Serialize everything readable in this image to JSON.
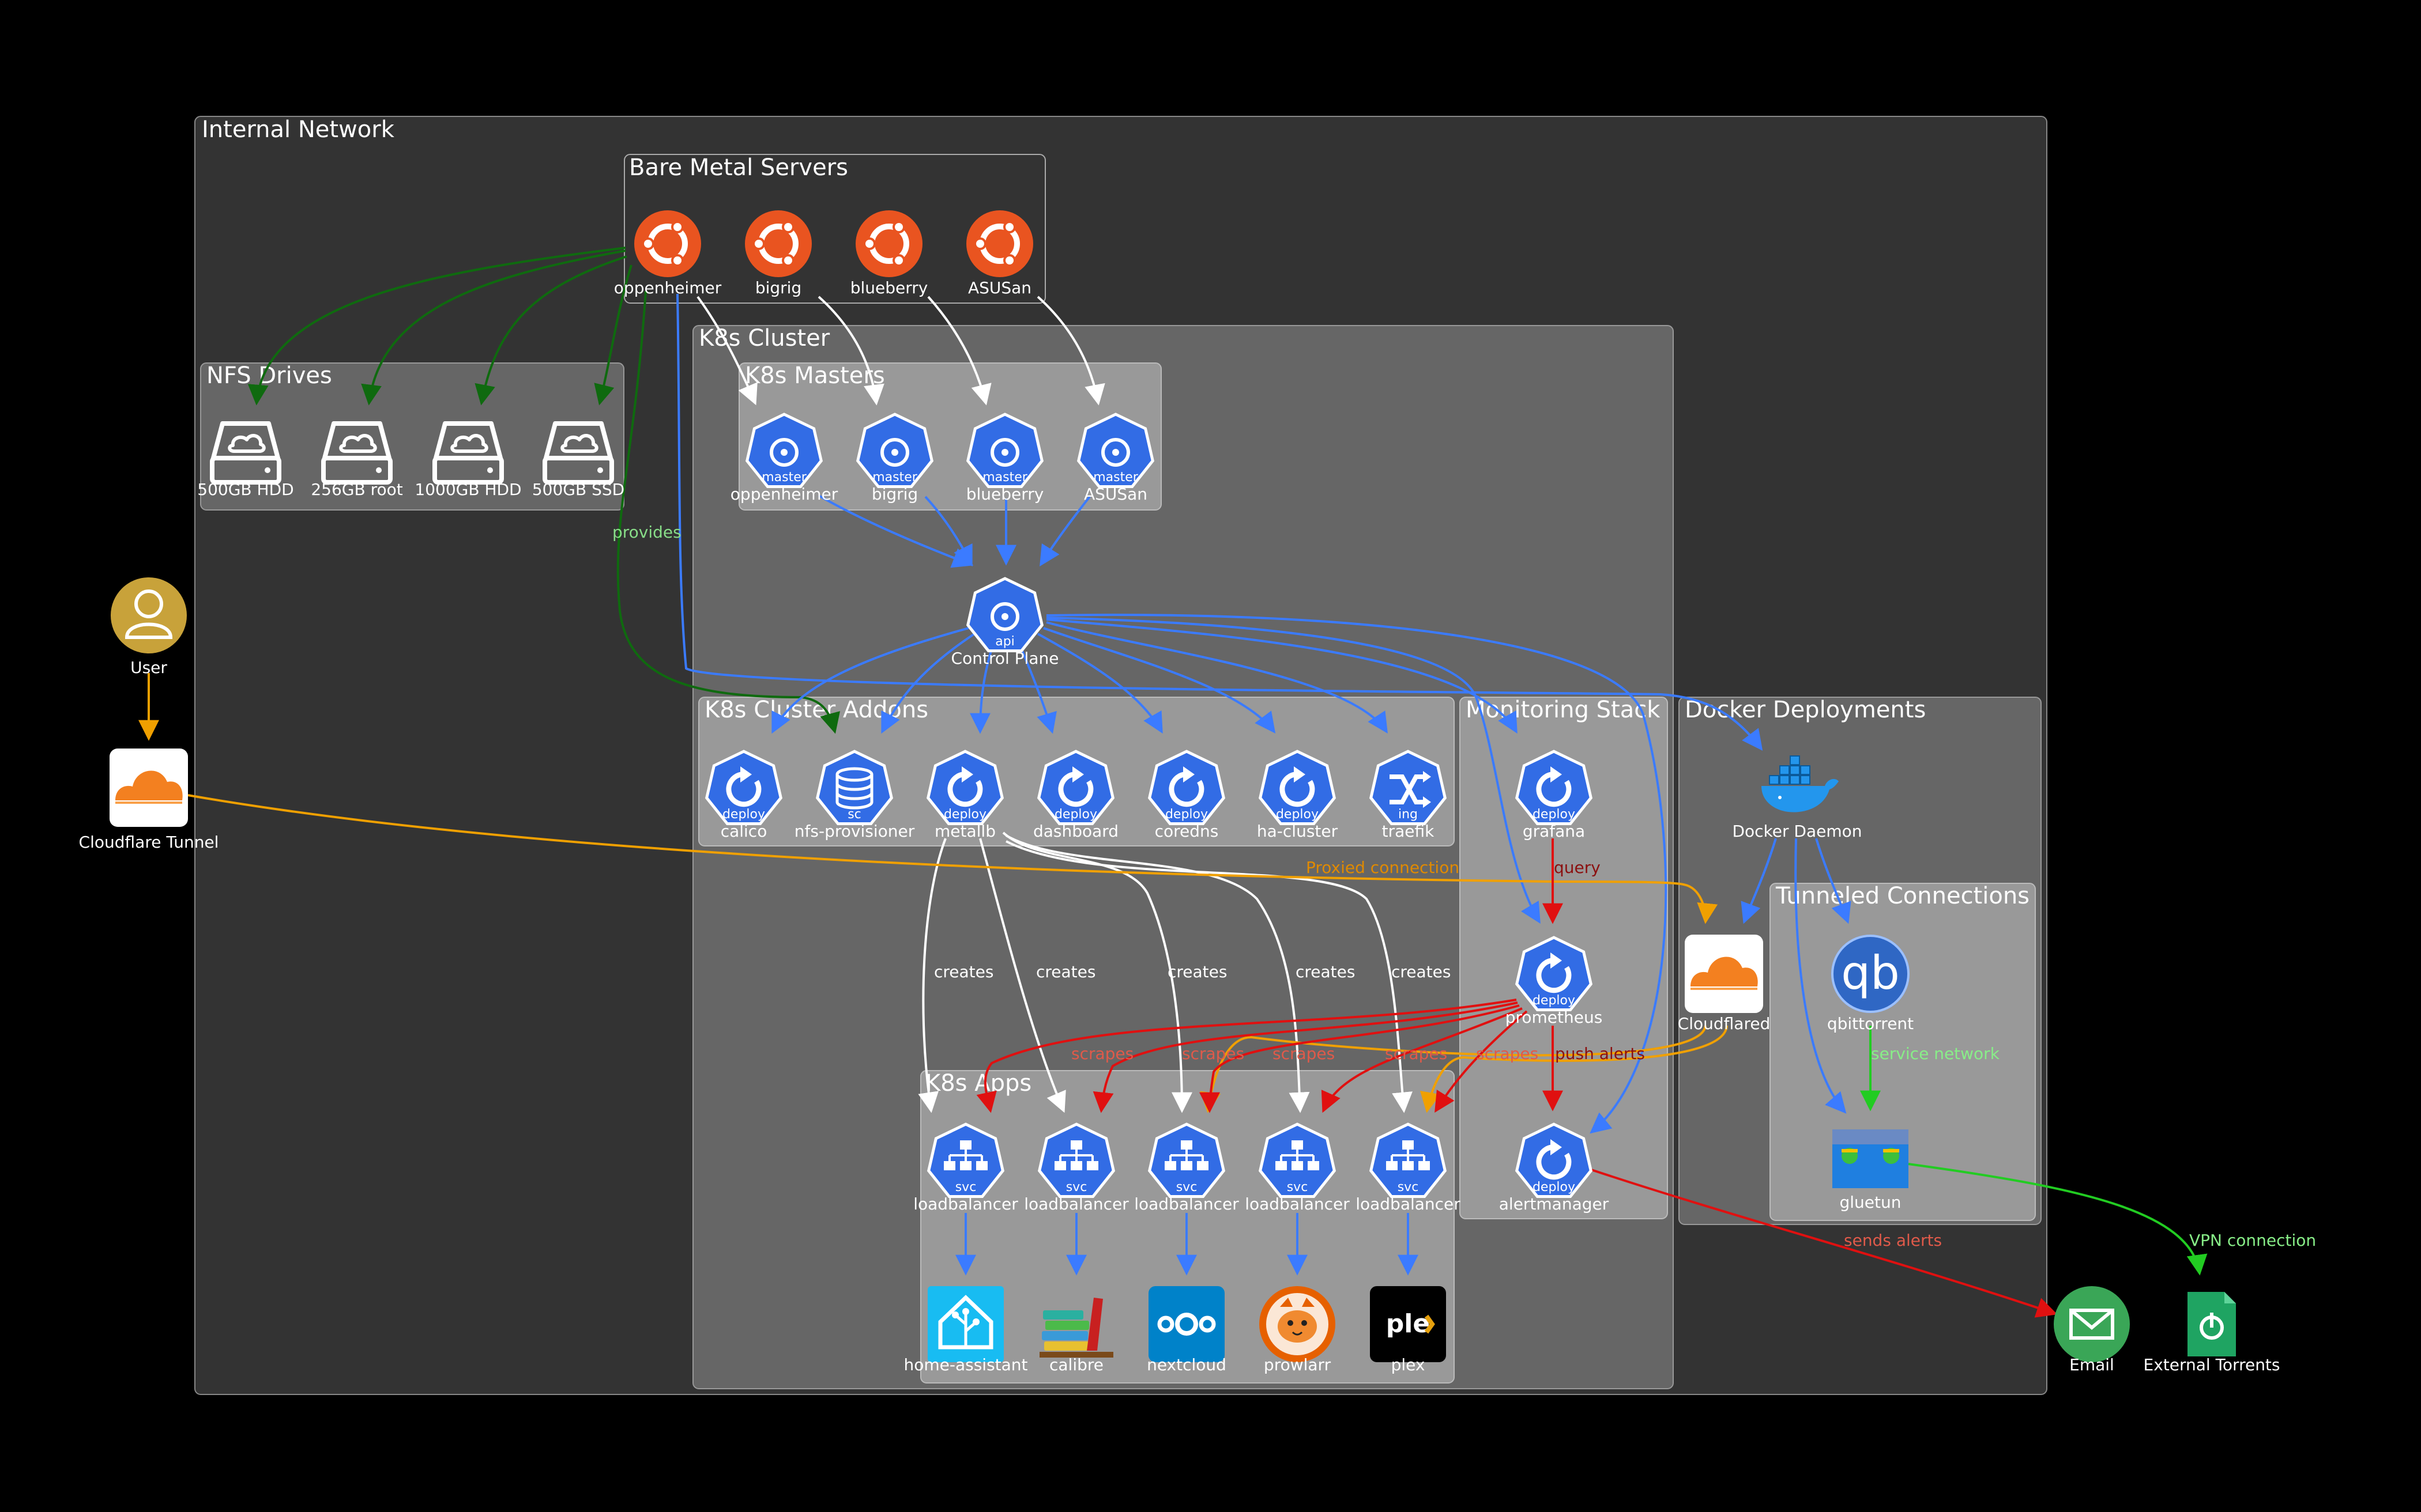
{
  "clusters": {
    "internal": "Internal Network",
    "bare_metal": "Bare Metal Servers",
    "nfs": "NFS Drives",
    "k8s_cluster": "K8s Cluster",
    "k8s_masters": "K8s Masters",
    "addons": "K8s Cluster Addons",
    "apps": "K8s Apps",
    "monitoring": "Monitoring Stack",
    "docker": "Docker Deployments",
    "tunneled": "Tunneled Connections"
  },
  "nodes": {
    "user": {
      "label": "User",
      "icon": "user-icon"
    },
    "cf_tunnel": {
      "label": "Cloudflare Tunnel",
      "icon": "cloudflare-icon"
    },
    "srv_oppenheimer": {
      "label": "oppenheimer",
      "icon": "ubuntu-icon"
    },
    "srv_bigrig": {
      "label": "bigrig",
      "icon": "ubuntu-icon"
    },
    "srv_blueberry": {
      "label": "blueberry",
      "icon": "ubuntu-icon"
    },
    "srv_asusan": {
      "label": "ASUSan",
      "icon": "ubuntu-icon"
    },
    "nfs_500hdd": {
      "label": "500GB HDD",
      "icon": "hard-drive-icon"
    },
    "nfs_256root": {
      "label": "256GB root",
      "icon": "hard-drive-icon"
    },
    "nfs_1000hdd": {
      "label": "1000GB HDD",
      "icon": "hard-drive-icon"
    },
    "nfs_500ssd": {
      "label": "500GB SSD",
      "icon": "hard-drive-icon"
    },
    "m_oppenheimer": {
      "label": "oppenheimer",
      "tag": "master",
      "icon": "k8s-master-icon"
    },
    "m_bigrig": {
      "label": "bigrig",
      "tag": "master",
      "icon": "k8s-master-icon"
    },
    "m_blueberry": {
      "label": "blueberry",
      "tag": "master",
      "icon": "k8s-master-icon"
    },
    "m_asusan": {
      "label": "ASUSan",
      "tag": "master",
      "icon": "k8s-master-icon"
    },
    "control_plane": {
      "label": "Control Plane",
      "tag": "api",
      "icon": "k8s-api-icon"
    },
    "calico": {
      "label": "calico",
      "tag": "deploy",
      "icon": "k8s-deploy-icon"
    },
    "nfs_provisioner": {
      "label": "nfs-provisioner",
      "tag": "sc",
      "icon": "k8s-storage-class-icon"
    },
    "metallb": {
      "label": "metallb",
      "tag": "deploy",
      "icon": "k8s-deploy-icon"
    },
    "dashboard": {
      "label": "dashboard",
      "tag": "deploy",
      "icon": "k8s-deploy-icon"
    },
    "coredns": {
      "label": "coredns",
      "tag": "deploy",
      "icon": "k8s-deploy-icon"
    },
    "ha_cluster": {
      "label": "ha-cluster",
      "tag": "deploy",
      "icon": "k8s-deploy-icon"
    },
    "traefik": {
      "label": "traefik",
      "tag": "ing",
      "icon": "k8s-ingress-icon"
    },
    "grafana": {
      "label": "grafana",
      "tag": "deploy",
      "icon": "k8s-deploy-icon"
    },
    "prometheus": {
      "label": "prometheus",
      "tag": "deploy",
      "icon": "k8s-deploy-icon"
    },
    "alertmanager": {
      "label": "alertmanager",
      "tag": "deploy",
      "icon": "k8s-deploy-icon"
    },
    "docker_daemon": {
      "label": "Docker Daemon",
      "icon": "docker-icon"
    },
    "cloudflared": {
      "label": "Cloudflared",
      "icon": "cloudflare-icon"
    },
    "qbittorrent": {
      "label": "qbittorrent",
      "icon": "qbittorrent-icon"
    },
    "gluetun": {
      "label": "gluetun",
      "icon": "gluetun-icon"
    },
    "lb1": {
      "label": "loadbalancer",
      "tag": "svc",
      "icon": "k8s-service-icon"
    },
    "lb2": {
      "label": "loadbalancer",
      "tag": "svc",
      "icon": "k8s-service-icon"
    },
    "lb3": {
      "label": "loadbalancer",
      "tag": "svc",
      "icon": "k8s-service-icon"
    },
    "lb4": {
      "label": "loadbalancer",
      "tag": "svc",
      "icon": "k8s-service-icon"
    },
    "lb5": {
      "label": "loadbalancer",
      "tag": "svc",
      "icon": "k8s-service-icon"
    },
    "home_assistant": {
      "label": "home-assistant",
      "icon": "home-assistant-icon"
    },
    "calibre": {
      "label": "calibre",
      "icon": "calibre-icon"
    },
    "nextcloud": {
      "label": "nextcloud",
      "icon": "nextcloud-icon"
    },
    "prowlarr": {
      "label": "prowlarr",
      "icon": "prowlarr-icon"
    },
    "plex": {
      "label": "plex",
      "icon": "plex-icon"
    },
    "email": {
      "label": "Email",
      "icon": "email-icon"
    },
    "ext_torrents": {
      "label": "External Torrents",
      "icon": "torrent-file-icon"
    }
  },
  "edge_labels": {
    "provides": "provides",
    "proxied": "Proxied connection",
    "query": "query",
    "push_alerts": "push alerts",
    "service_network": "service network",
    "sends_alerts": "sends alerts",
    "vpn": "VPN connection",
    "creates": "creates",
    "scrapes": "scrapes"
  },
  "colors": {
    "background": "#000000",
    "internal_bg": "#333333",
    "k8s_bg": "#666666",
    "group_bg": "#999999",
    "k8s_blue": "#326ce5",
    "ubuntu_orange": "#e95420",
    "cloudflare_orange": "#f38020",
    "user_gold": "#c8a23a",
    "edge_blue": "#3b7bff",
    "edge_green": "#0f6a0f",
    "edge_white": "#ffffff",
    "edge_red": "#e01010",
    "edge_orange": "#f0a000",
    "edge_lime": "#22cc22"
  }
}
